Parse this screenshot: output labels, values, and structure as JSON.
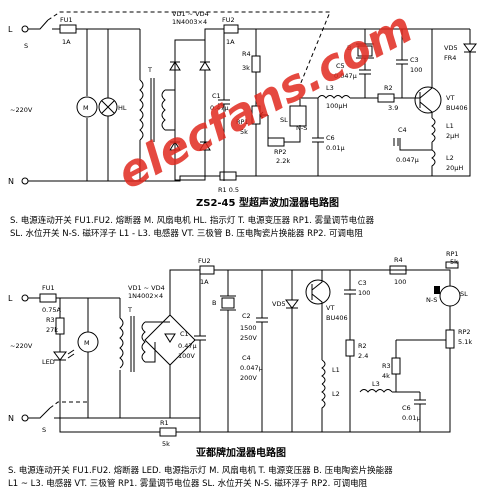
{
  "diagram1": {
    "title": "ZS2-45 型超声波加湿器电路图",
    "legend_line1": "S. 电源连动开关   FU1.FU2. 熔断器   M. 风扇电机   HL. 指示灯   T. 电源变压器   RP1. 雾量调节电位器",
    "legend_line2": "SL. 水位开关   N-S. 磁环浮子   L1 - L3. 电感器   VT. 三极管   B. 压电陶瓷片换能器   RP2. 可调电阻",
    "labels": {
      "L": "L",
      "N": "N",
      "S": "S",
      "FU1": "FU1",
      "FU1_val": "1A",
      "VD": "VD1 ~ VD4",
      "VD_val": "1N4003×4",
      "FU2": "FU2",
      "FU2_val": "1A",
      "V220": "~220V",
      "M": "M",
      "HL": "HL",
      "T": "T",
      "R4": "R4",
      "R4_val": "3k",
      "C1": "C1",
      "C1_val": "0.47μ",
      "RP1": "RP1",
      "RP1_val": "5k",
      "RP2": "RP2",
      "RP2_val": "2.2k",
      "R1": "R1 0.5",
      "B": "B",
      "C5": "C5",
      "C5_val": "0.047μ",
      "L3": "L3",
      "L3_val": "100μH",
      "SL": "SL",
      "NS": "N-S",
      "C6": "C6",
      "C6_val": "0.01μ",
      "R2": "R2",
      "R2_val": "3.9",
      "C3": "C3",
      "C3_val": "100",
      "VD5": "VD5",
      "VD5_val": "FR4",
      "VT": "VT",
      "VT_val": "BU406",
      "L1": "L1",
      "L1_val": "2μH",
      "C4": "C4",
      "C4_val": "0.047μ",
      "L2": "L2",
      "L2_val": "20μH"
    }
  },
  "diagram2": {
    "title": "亚都牌加湿器电路图",
    "legend_line1": "S. 电源连动开关   FU1.FU2. 熔断器   LED. 电源指示灯   M. 风扇电机   T. 电源变压器   B. 压电陶瓷片换能器",
    "legend_line2": "L1 ~ L3. 电感器   VT. 三极管   RP1. 雾量调节电位器   SL. 水位开关   N-S. 磁环浮子   RP2. 可调电阻",
    "labels": {
      "L": "L",
      "N": "N",
      "S": "S",
      "FU1": "FU1",
      "FU1_val": "0.75A",
      "R3": "R3",
      "R3_val": "27k",
      "V220": "~220V",
      "LED": "LED",
      "M": "M",
      "T": "T",
      "VD": "VD1 ~ VD4",
      "VD_val": "1N4002×4",
      "FU2": "FU2",
      "FU2_val": "1A",
      "C1": "C1",
      "C1_val": "0.47μ",
      "C1_v": "100V",
      "B": "B",
      "C2": "C2",
      "C2_val": "1500",
      "C2_v": "250V",
      "VD5": "VD5",
      "C4": "C4",
      "C4_val": "0.047μ",
      "C4_v": "200V",
      "VT": "VT",
      "VT_val": "BU406",
      "C3": "C3",
      "C3_val": "100",
      "R4": "R4",
      "R4_val": "100",
      "RP1": "RP1",
      "RP1_val": "5k",
      "NS": "N-S",
      "SL": "SL",
      "RP2": "RP2",
      "RP2_val": "5.1k",
      "R2": "R2",
      "R2_val": "2.4",
      "R3b": "R3",
      "R3b_val": "4k",
      "L1": "L1",
      "L2": "L2",
      "L3": "L3",
      "C6": "C6",
      "C6_val": "0.01μ",
      "R1": "R1",
      "R1_val": "5k"
    }
  },
  "watermark": "elecfans.com"
}
